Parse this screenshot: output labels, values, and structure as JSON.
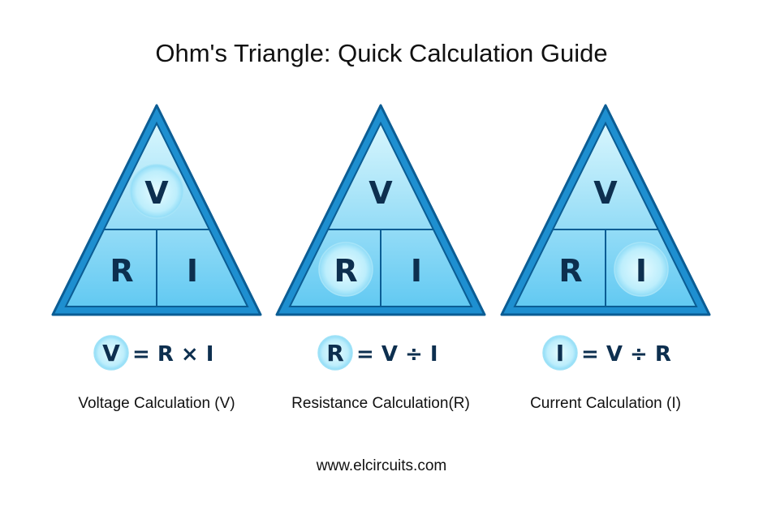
{
  "title": "Ohm's Triangle: Quick Calculation Guide",
  "colors": {
    "outline": "#0b5d94",
    "fill_top": "#c8f0fc",
    "fill_bottom": "#6fd0f4",
    "text": "#0d2f4f",
    "highlight": "#b9ecfb"
  },
  "triangles": [
    {
      "top": "V",
      "left": "R",
      "right": "I",
      "highlight": "top",
      "equation": {
        "lhs": "V",
        "rhs": "= R × I"
      },
      "caption": "Voltage Calculation (V)"
    },
    {
      "top": "V",
      "left": "R",
      "right": "I",
      "highlight": "left",
      "equation": {
        "lhs": "R",
        "rhs": "= V ÷ I"
      },
      "caption": "Resistance Calculation(R)"
    },
    {
      "top": "V",
      "left": "R",
      "right": "I",
      "highlight": "right",
      "equation": {
        "lhs": "I",
        "rhs": "= V ÷ R"
      },
      "caption": "Current Calculation (I)"
    }
  ],
  "footer": "www.elcircuits.com"
}
